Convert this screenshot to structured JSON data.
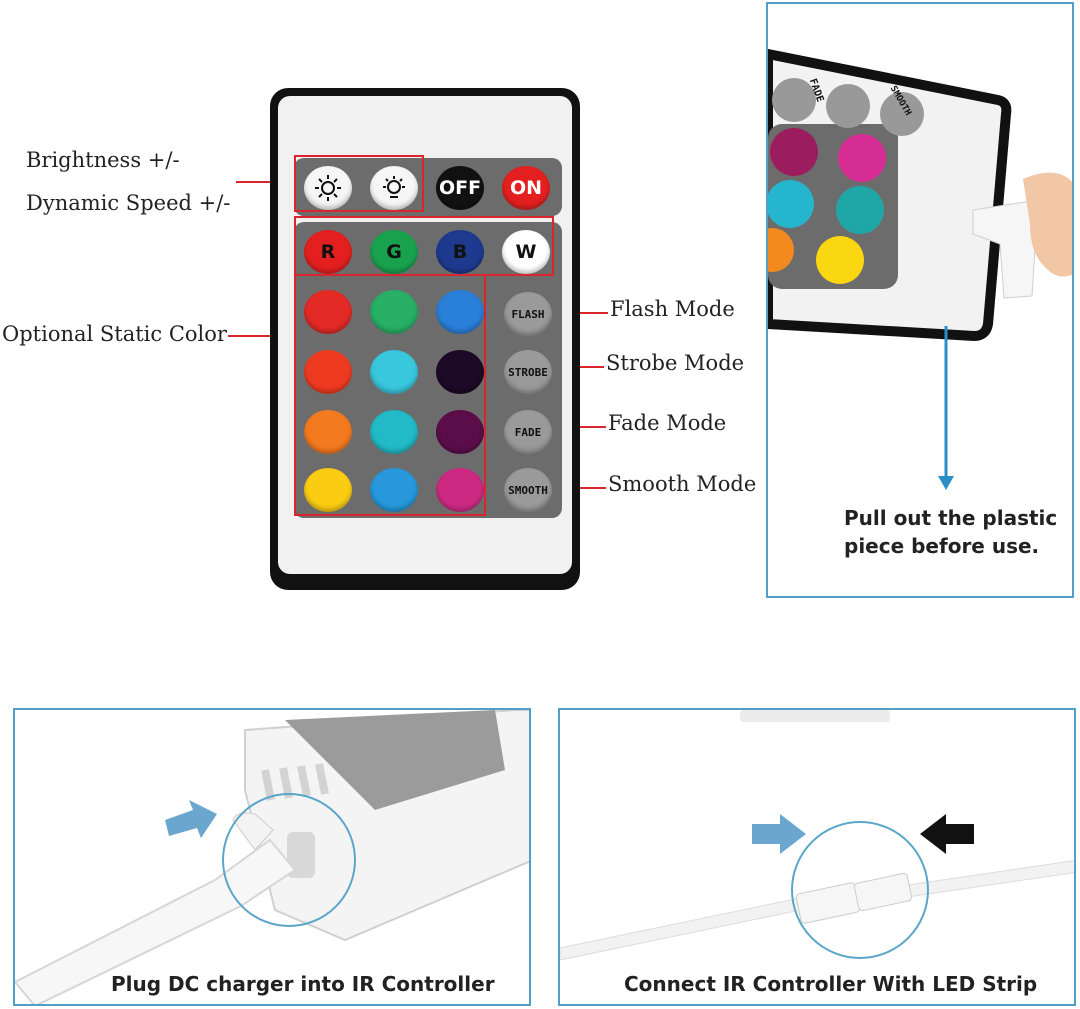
{
  "labels": {
    "brightness": "Brightness +/-",
    "dynamic_speed": "Dynamic Speed +/-",
    "optional_static": "Optional Static Color",
    "flash_mode": "Flash Mode",
    "strobe_mode": "Strobe Mode",
    "fade_mode": "Fade Mode",
    "smooth_mode": "Smooth Mode"
  },
  "remote": {
    "off": "OFF",
    "on": "ON",
    "r": "R",
    "g": "G",
    "b": "B",
    "w": "W",
    "flash": "FLASH",
    "strobe": "STROBE",
    "fade": "FADE",
    "smooth": "SMOOTH",
    "colors": {
      "row1": [
        "#e3201f",
        "#19a24e",
        "#1d3a8f",
        "#ffffff"
      ],
      "row2": [
        "#e42a25",
        "#27b066",
        "#2a7fd8"
      ],
      "row3": [
        "#ef3a22",
        "#39c7de",
        "#1c0a26"
      ],
      "row4": [
        "#f47a20",
        "#21bac6",
        "#5b0d4a"
      ],
      "row5": [
        "#fbcd12",
        "#2698db",
        "#cc2a82"
      ]
    }
  },
  "pull_panel": {
    "caption_line1": "Pull out the plastic",
    "caption_line2": "piece before use.",
    "fade": "FADE",
    "smooth": "SMOOTH"
  },
  "bottom_left": {
    "caption": "Plug DC charger into IR Controller"
  },
  "bottom_right": {
    "caption": "Connect IR Controller With LED Strip"
  },
  "accent_colors": {
    "panel_border": "#4f9fc6",
    "label_line": "#d9252b",
    "arrow_blue": "#6ba6cf"
  }
}
